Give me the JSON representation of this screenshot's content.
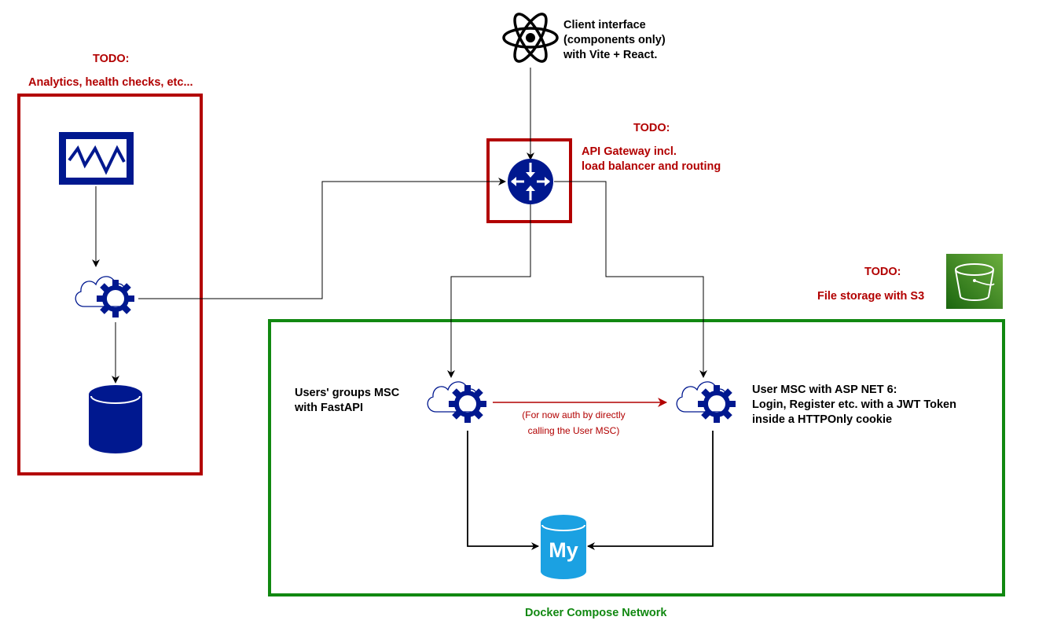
{
  "colors": {
    "todo_red": "#b20000",
    "network_green": "#118811",
    "icon_navy": "#00188f",
    "mysql_cyan": "#1ba1e2",
    "s3_green": "#3f8624"
  },
  "icons": {
    "client": "react-atom-icon",
    "gateway": "router-icon",
    "monitor": "monitor-graph-icon",
    "analytics_service": "cloud-gear-icon",
    "analytics_db": "database-cylinder-icon",
    "groups_service": "cloud-gear-icon",
    "user_service": "cloud-gear-icon",
    "mysql": "mysql-database-icon",
    "s3": "s3-bucket-icon"
  },
  "analytics": {
    "todo": "TODO:",
    "caption": "Analytics, health checks, etc..."
  },
  "client": {
    "lines": [
      "Client interface",
      "(components only)",
      "with Vite + React."
    ]
  },
  "gateway": {
    "todo": "TODO:",
    "lines": [
      "API Gateway incl.",
      "load balancer and routing"
    ]
  },
  "storage": {
    "todo": "TODO:",
    "caption": "File storage with S3"
  },
  "groups_msc": {
    "lines": [
      "Users' groups MSC",
      "with FastAPI"
    ]
  },
  "auth_note": {
    "lines": [
      "(For now auth by directly",
      "calling the User MSC)"
    ]
  },
  "user_msc": {
    "lines": [
      "User MSC with ASP NET 6:",
      "Login, Register etc. with a JWT Token",
      "inside a HTTPOnly cookie"
    ]
  },
  "network": {
    "caption": "Docker Compose Network"
  }
}
